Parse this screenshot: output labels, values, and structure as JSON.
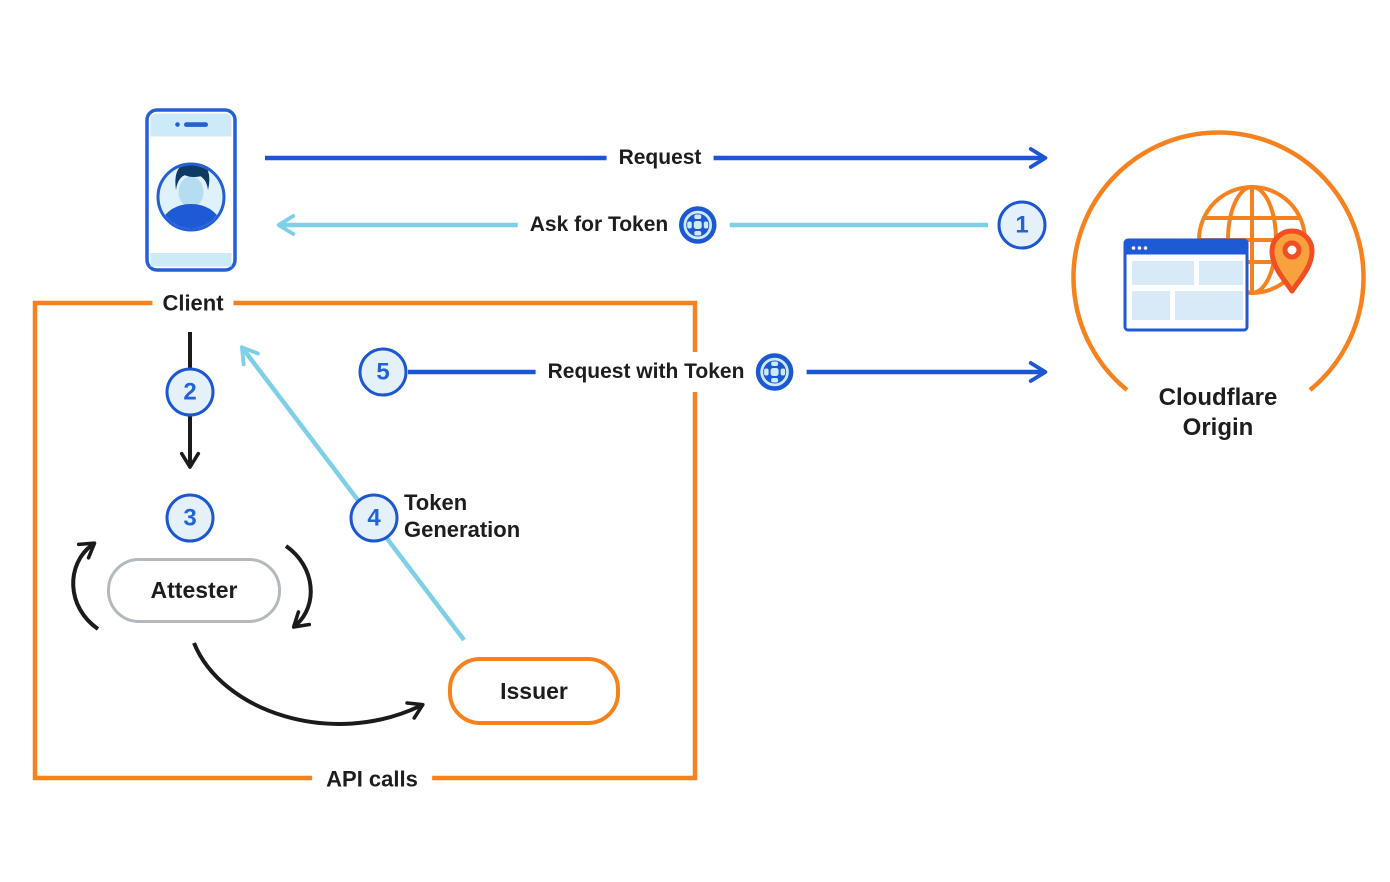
{
  "diagram": {
    "nodes": {
      "client": {
        "label": "Client",
        "icon": "phone-client-icon"
      },
      "origin": {
        "label": "Cloudflare\nOrigin",
        "icons": [
          "globe-icon",
          "browser-window-icon",
          "location-pin-icon"
        ]
      },
      "attester": {
        "label": "Attester"
      },
      "issuer": {
        "label": "Issuer"
      }
    },
    "flows": {
      "request": {
        "label": "Request"
      },
      "ask_for_token": {
        "label": "Ask for Token",
        "icon": "token-icon"
      },
      "request_with_token": {
        "label": "Request with Token",
        "icon": "token-icon"
      },
      "token_generation": {
        "label": "Token\nGeneration"
      },
      "api_calls": {
        "label": "API calls"
      }
    },
    "steps": {
      "s1": "1",
      "s2": "2",
      "s3": "3",
      "s4": "4",
      "s5": "5"
    },
    "colors": {
      "orange": "#f6821f",
      "arrow_blue": "#1d56d2",
      "arrow_light_blue": "#7dd0e8",
      "arrow_black": "#1b1b1b",
      "badge_fill": "#e4f1fb",
      "badge_ring": "#1d56d2",
      "attester_border_gray": "#b3b9bd",
      "pin_red_orange": "#f04e23",
      "pin_fill": "#f9a13d",
      "phone_blue": "#2260d3",
      "screen_light_blue": "#cdeaf8",
      "panel_light_blue": "#d8eaf8"
    }
  }
}
